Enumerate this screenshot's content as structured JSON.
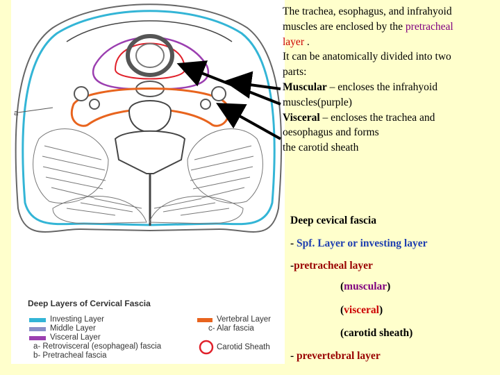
{
  "top_text": {
    "line1": "The trachea, esophagus, and infrahyoid",
    "line2a": "muscles are enclosed by the ",
    "line2b": "pretracheal",
    "line3a": "layer",
    "line3b": " .",
    "line4": "It can be anatomically divided into two",
    "line5": "parts:",
    "muscular_label": "Muscular",
    "muscular_text": " – encloses the infrahyoid",
    "muscular_text2": "muscles(purple)",
    "visceral_label": "Visceral",
    "visceral_text": "  – encloses the trachea and",
    "visceral_text2": "oesophagus and forms",
    "visceral_text3": "the carotid sheath"
  },
  "lower_text": {
    "heading": "Deep cevical fascia",
    "investing_dash": "- ",
    "investing": "Spf. Layer or  investing layer",
    "pretracheal_dash": "-",
    "pretracheal": "pretracheal layer",
    "muscular_open": "(",
    "muscular": "muscular",
    "muscular_close": ")",
    "visceral_open": " (",
    "visceral": "visceral",
    "visceral_close": ")",
    "carotid": "(carotid sheath)",
    "prevertebral_dash": "- ",
    "prevertebral": "prevertebral layer"
  },
  "figure": {
    "label_a": "a",
    "legend_title": "Deep Layers of Cervical Fascia",
    "legend_left": [
      {
        "label": "Investing Layer",
        "color": "#33B5D6"
      },
      {
        "label": "Middle Layer",
        "color": "#8A8FC8"
      },
      {
        "label": "Visceral Layer",
        "color": "#9B3FB0"
      },
      {
        "label": "a- Retrovisceral (esophageal) fascia",
        "color": ""
      },
      {
        "label": "b- Pretracheal fascia",
        "color": ""
      }
    ],
    "legend_right": [
      {
        "label": "Vertebral Layer",
        "color": "#E8641E"
      },
      {
        "label": "c- Alar fascia",
        "color": ""
      },
      {
        "label": "Carotid Sheath",
        "color": "#E0202A"
      }
    ]
  },
  "colors": {
    "background": "#FFFFCC",
    "highlight_red": "#CC0000",
    "highlight_purple": "#800080",
    "link_blue": "#1F3FB0"
  }
}
